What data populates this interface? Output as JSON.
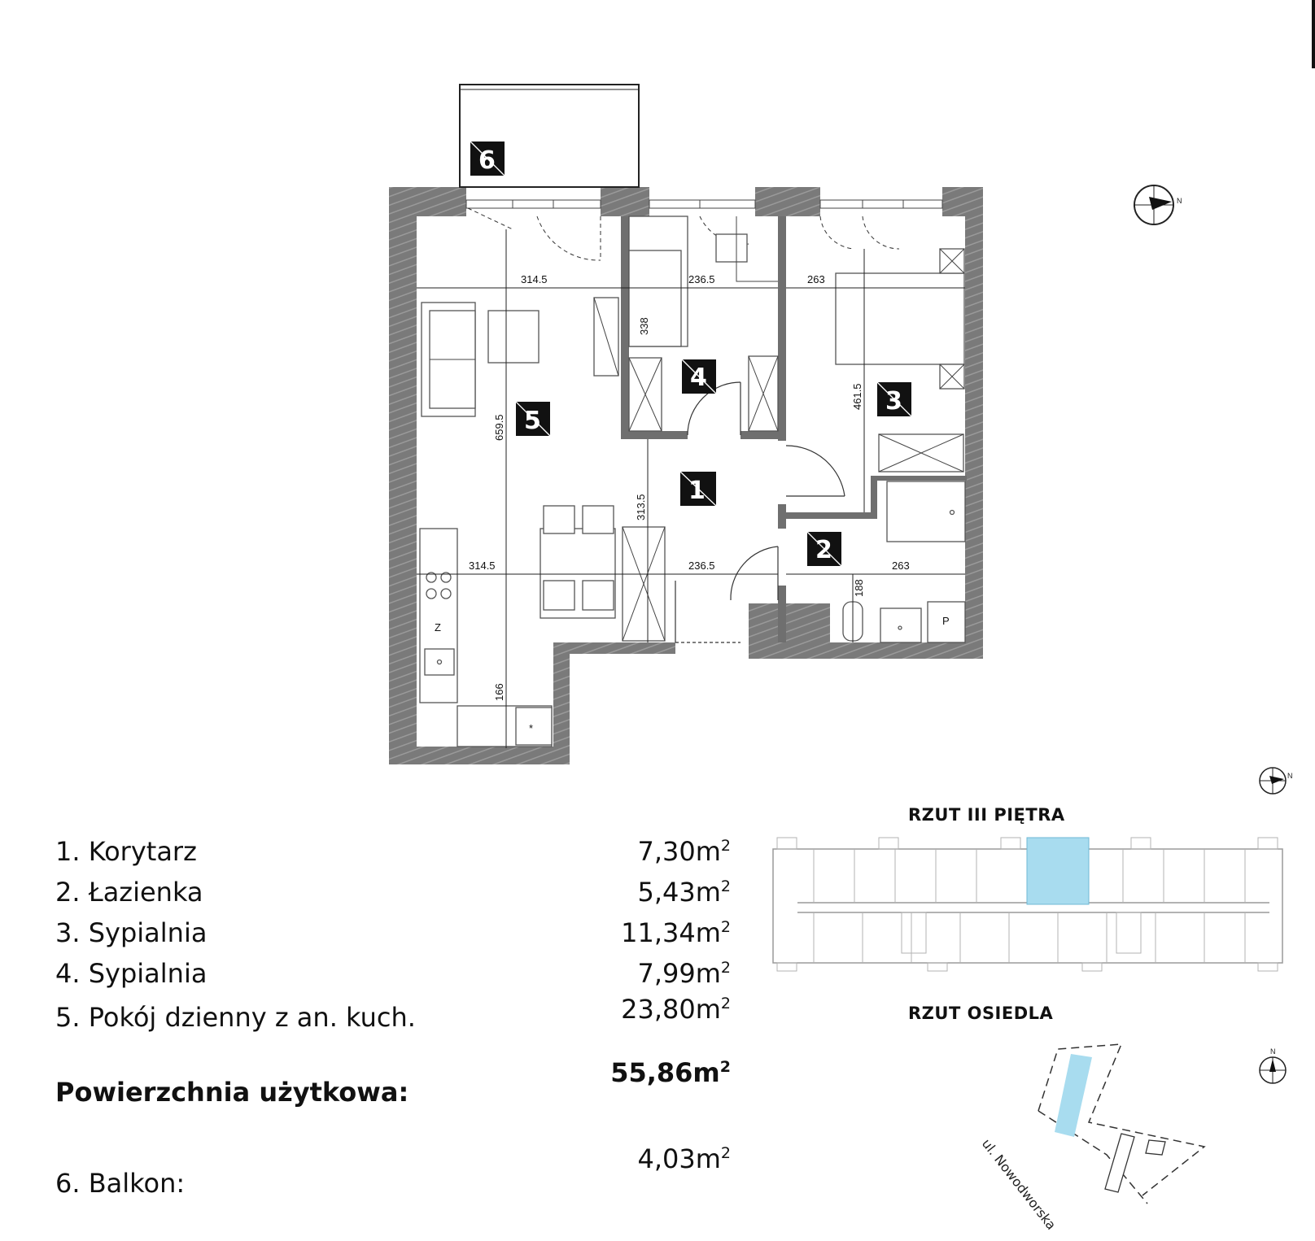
{
  "rooms": [
    {
      "label": "1. Korytarz",
      "area": "7,30m",
      "unit": "2"
    },
    {
      "label": "2. Łazienka",
      "area": "5,43m",
      "unit": "2"
    },
    {
      "label": "3. Sypialnia",
      "area": "11,34m",
      "unit": "2"
    },
    {
      "label": "4. Sypialnia",
      "area": "7,99m",
      "unit": "2"
    },
    {
      "label": "5. Pokój dzienny z an. kuch.",
      "area": "23,80m",
      "unit": "2"
    }
  ],
  "total": {
    "label": "Powierzchnia użytkowa:",
    "area": "55,86m",
    "unit": "2"
  },
  "balcony": {
    "label": "6. Balkon:",
    "area": "4,03m",
    "unit": "2"
  },
  "plan": {
    "badges": [
      "1",
      "2",
      "3",
      "4",
      "5",
      "6"
    ],
    "dimensions": {
      "d1": "314.5",
      "d2": "236.5",
      "d3": "263",
      "d4": "338",
      "d5": "659.5",
      "d6": "461.5",
      "d7": "313.5",
      "d8": "314.5",
      "d9": "236.5",
      "d10": "263",
      "d11": "188",
      "d12": "166"
    },
    "fixture_labels": {
      "fridge": "Z",
      "washer": "P",
      "hood": "*"
    }
  },
  "floor_map": {
    "title": "RZUT III PIĘTRA"
  },
  "site_map": {
    "title": "RZUT OSIEDLA",
    "street": "ul. Nowodworska"
  },
  "compass": {
    "north": "N"
  },
  "colors": {
    "highlight": "#a8dcef",
    "wall": "#6f6f6f"
  }
}
